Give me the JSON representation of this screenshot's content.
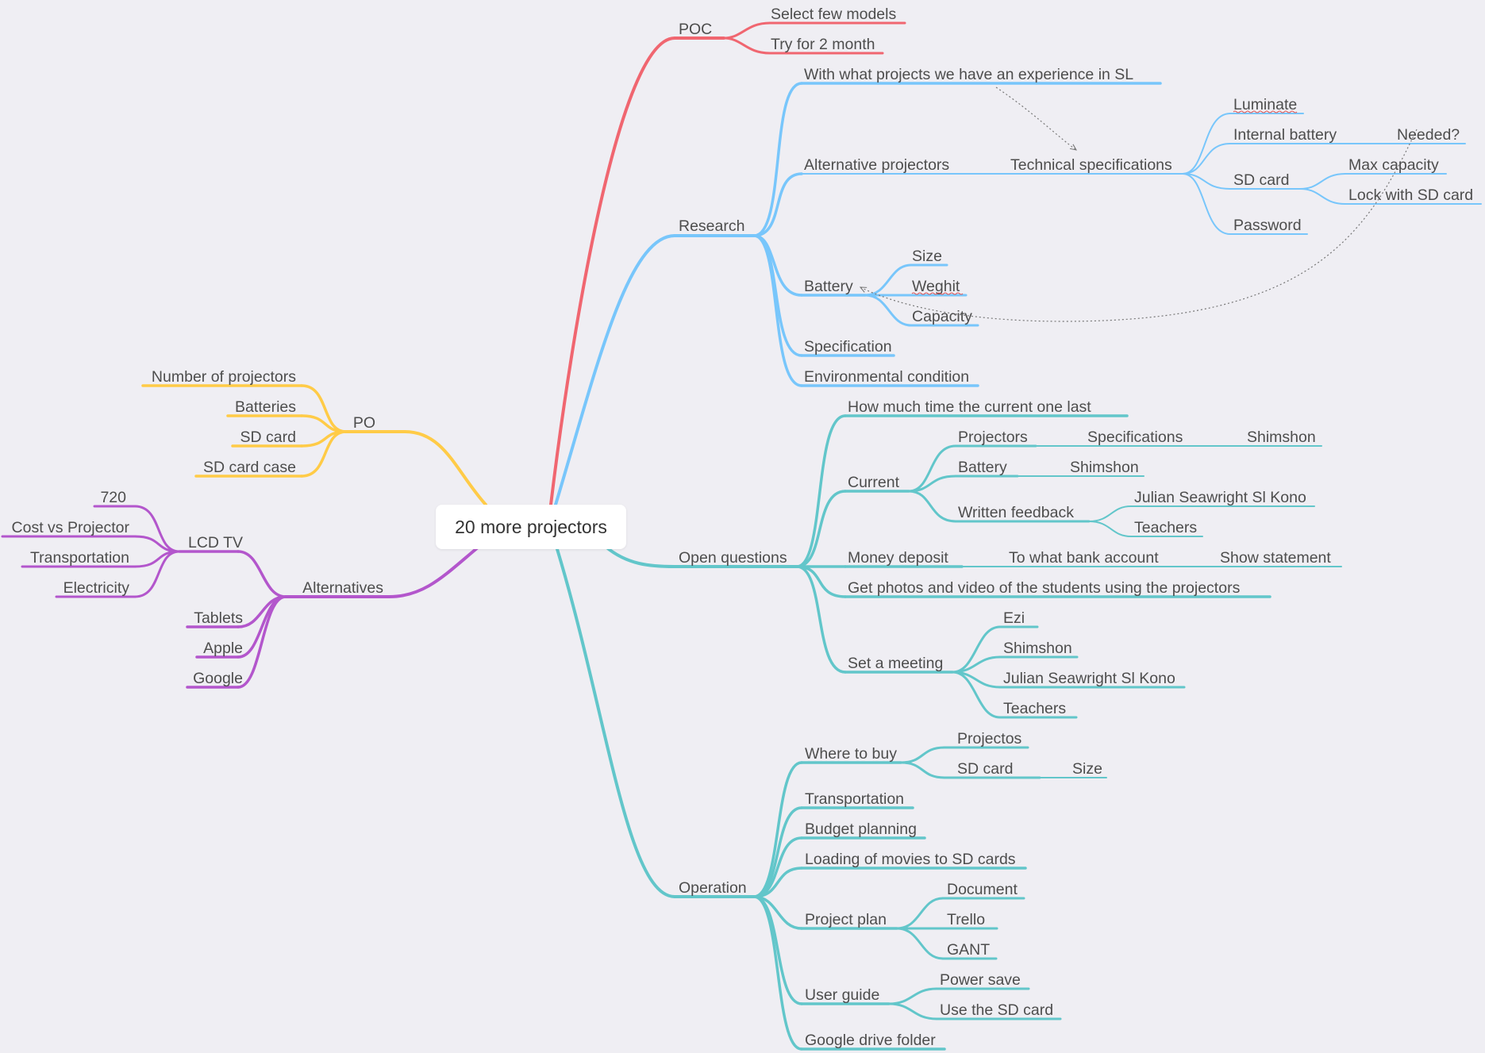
{
  "colors": {
    "background": "#efeef3",
    "poc": "#f06670",
    "research": "#78c6fb",
    "open_questions": "#62c6ca",
    "operation": "#62c6ca",
    "po": "#ffcb47",
    "alternatives": "#b356cc",
    "relationship": "#777777"
  },
  "root": {
    "label": "20 more projectors"
  },
  "branches": {
    "poc": {
      "label": "POC",
      "children": [
        "Select few models",
        "Try for 2 month"
      ]
    },
    "research": {
      "label": "Research",
      "experience": "With what projects we have an experience in SL",
      "alternative_projectors": "Alternative projectors",
      "technical_specifications": "Technical specifications",
      "luminate": "Luminate",
      "internal_battery": "Internal battery",
      "needed": "Needed?",
      "sd_card": "SD card",
      "max_capacity": "Max capacity",
      "lock_with_sd_card": "Lock with SD card",
      "password": "Password",
      "battery": "Battery",
      "size": "Size",
      "weight": "Weghit",
      "capacity": "Capacity",
      "specification": "Specification",
      "environmental_condition": "Environmental condition"
    },
    "open_questions": {
      "label": "Open questions",
      "time_left": "How much time the current one last",
      "current": "Current",
      "projectors": "Projectors",
      "specifications": "Specifications",
      "shimshon_a": "Shimshon",
      "battery": "Battery",
      "shimshon_b": "Shimshon",
      "written_feedback": "Written feedback",
      "julian_a": "Julian Seawright Sl Kono",
      "teachers_a": "Teachers",
      "money_deposit": "Money deposit",
      "bank_account": "To what bank account",
      "show_statement": "Show statement",
      "photos_video": "Get photos and video of the students using the projectors",
      "set_meeting": "Set a meeting",
      "ezi": "Ezi",
      "shimshon_c": "Shimshon",
      "julian_b": "Julian Seawright Sl Kono",
      "teachers_b": "Teachers"
    },
    "operation": {
      "label": "Operation",
      "where_to_buy": "Where to buy",
      "projectos": "Projectos",
      "sd_card": "SD card",
      "size": "Size",
      "transportation": "Transportation",
      "budget_planning": "Budget planning",
      "loading_movies": "Loading of movies to SD cards",
      "project_plan": "Project plan",
      "document": "Document",
      "trello": "Trello",
      "gant": "GANT",
      "user_guide": "User guide",
      "power_save": "Power save",
      "use_sd_card": "Use the SD card",
      "google_drive": "Google drive folder"
    },
    "po": {
      "label": "PO",
      "children": [
        "Number of projectors",
        "Batteries",
        "SD card",
        "SD card case"
      ]
    },
    "alternatives": {
      "label": "Alternatives",
      "lcd_tv": "LCD TV",
      "lcd_children": [
        "720",
        "Cost vs Projector",
        "Transportation",
        "Electricity"
      ],
      "tablets": "Tablets",
      "apple": "Apple",
      "google": "Google"
    }
  }
}
